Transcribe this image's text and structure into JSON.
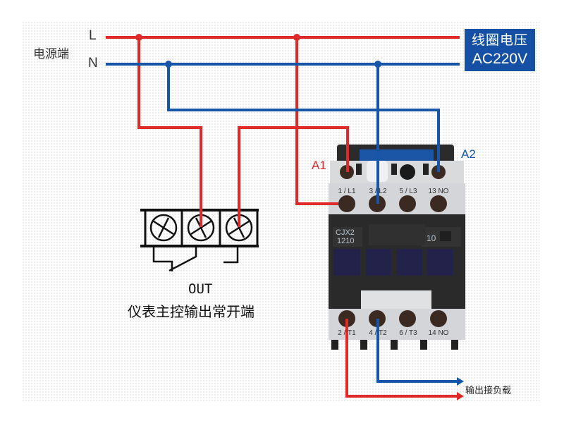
{
  "power_source": {
    "label": "电源端",
    "line_L": "L",
    "line_N": "N"
  },
  "coil_voltage_badge": {
    "line1": "线圈电压",
    "line2": "AC220V",
    "bg_color": "#1550a4"
  },
  "contactor": {
    "model_line1": "CJX2",
    "model_line2": "1210",
    "aux_contact": "10",
    "coil_terminal_A1": "A1",
    "coil_terminal_A2": "A2",
    "top_terminals": [
      "1 / L1",
      "3 / L2",
      "5 / L3",
      "13 NO"
    ],
    "bottom_terminals": [
      "2 / T1",
      "4 / T2",
      "6 / T3",
      "14 NO"
    ]
  },
  "controller": {
    "out_label": "OUT",
    "description": "仪表主控输出常开端"
  },
  "load": {
    "label": "输出接负载"
  },
  "colors": {
    "live_wire": "#e02a2a",
    "neutral_wire": "#1655a8",
    "text": "#333333"
  }
}
